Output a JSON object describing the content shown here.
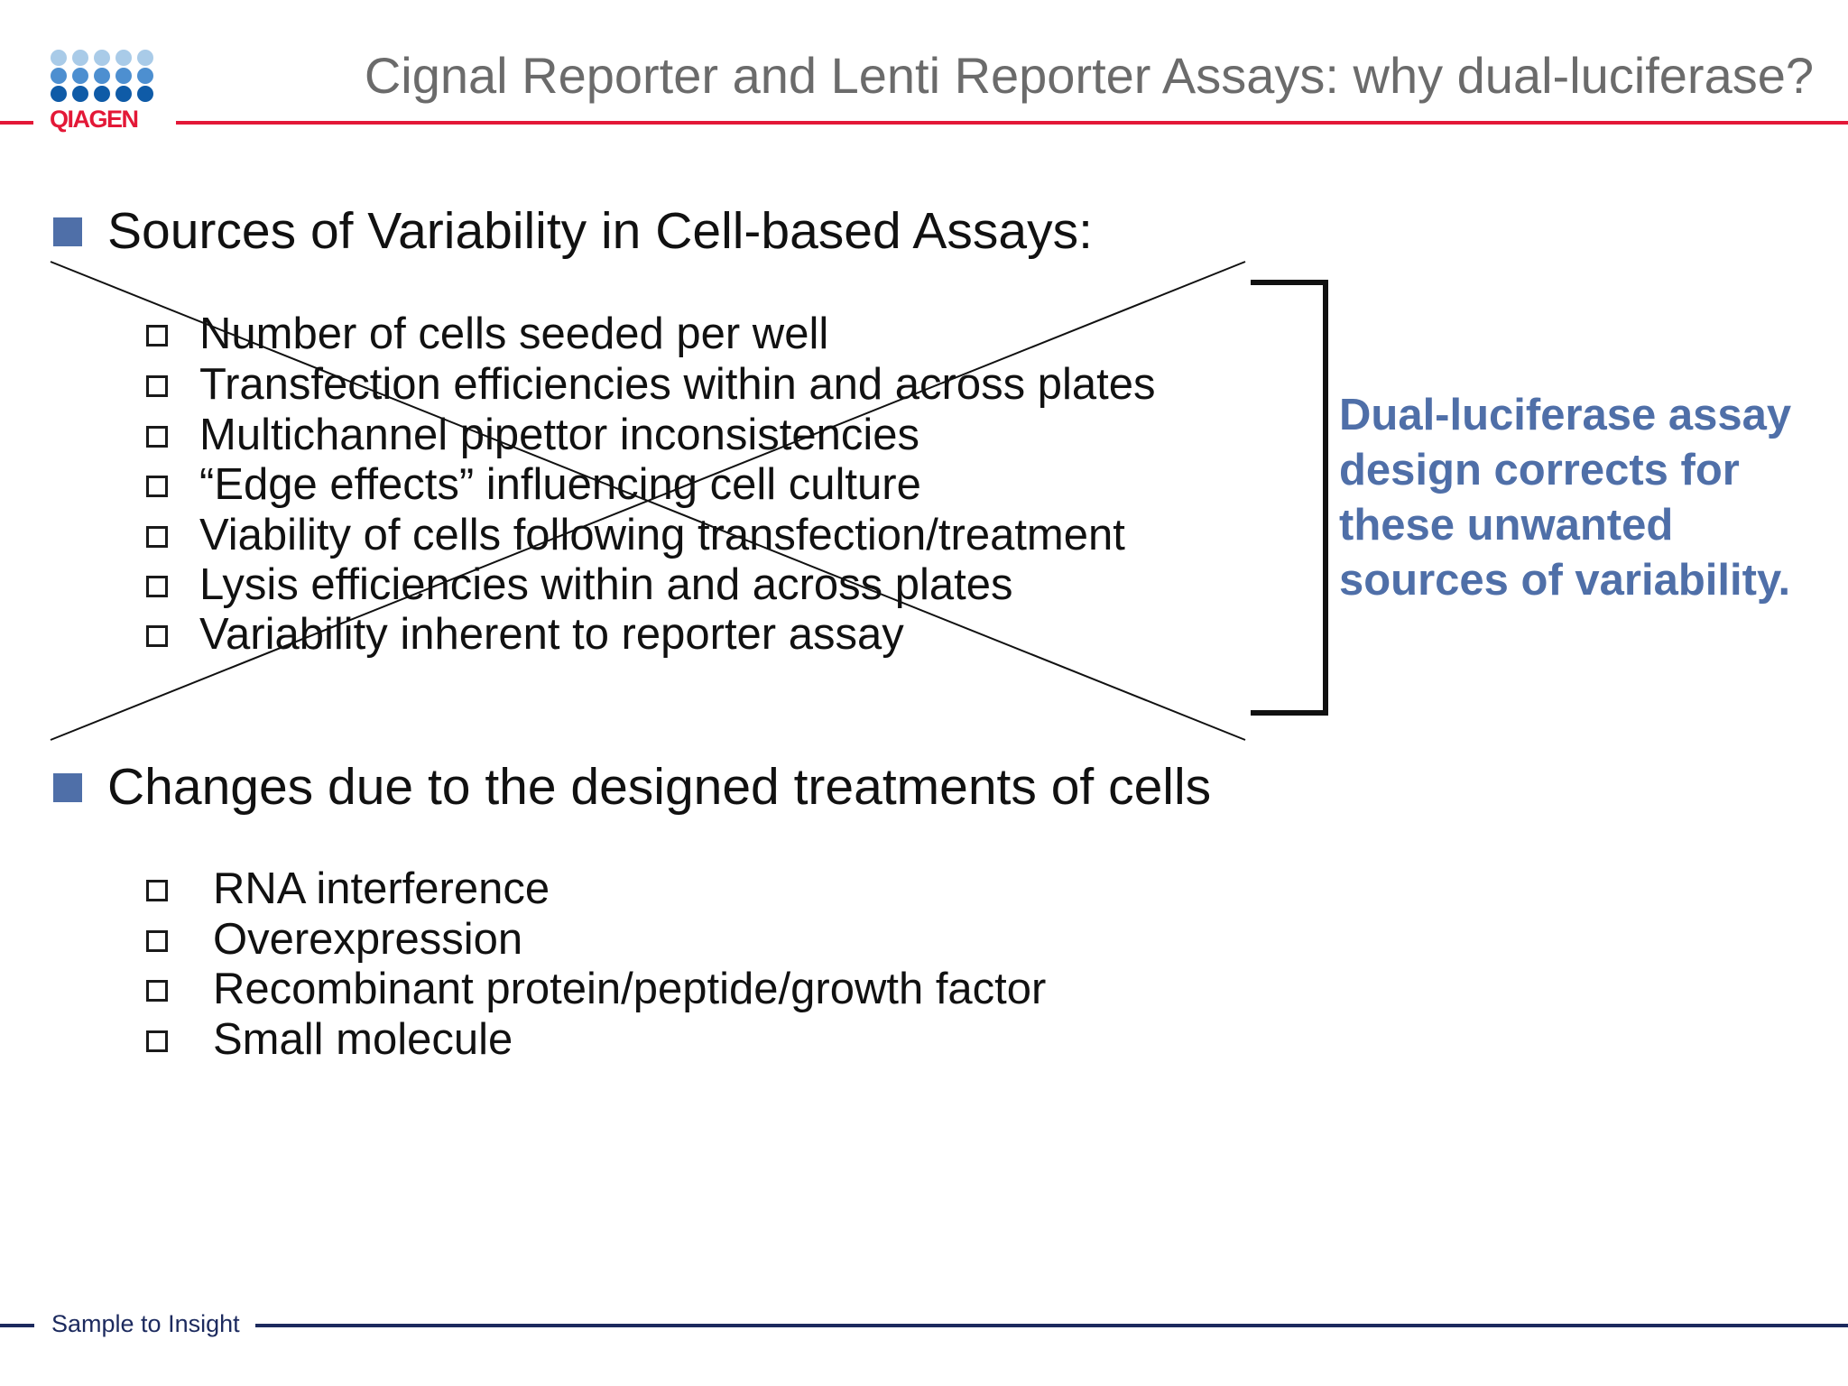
{
  "header": {
    "logo_text": "QIAGEN",
    "title": "Cignal Reporter and Lenti Reporter Assays: why dual-luciferase?"
  },
  "section1": {
    "heading": "Sources of Variability in Cell-based Assays:",
    "items": [
      "Number of cells seeded per well",
      "Transfection efficiencies within and across plates",
      "Multichannel pipettor inconsistencies",
      "“Edge effects” influencing cell culture",
      "Viability of cells following transfection/treatment",
      "Lysis efficiencies within and across plates",
      "Variability inherent to reporter assay"
    ]
  },
  "callout": {
    "lines": [
      "Dual-luciferase assay",
      "design corrects for",
      "these unwanted",
      "sources of variability."
    ]
  },
  "section2": {
    "heading": "Changes due to the designed treatments of cells",
    "items": [
      "RNA interference",
      "Overexpression",
      "Recombinant protein/peptide/growth  factor",
      "Small  molecule"
    ]
  },
  "footer": {
    "tagline": "Sample to Insight"
  },
  "colors": {
    "brand_red": "#e31837",
    "accent_blue": "#4f6fa8",
    "footer_navy": "#1c2a5e",
    "title_gray": "#6b6b6b"
  },
  "icons": {
    "logo": "qiagen-dot-grid-logo",
    "bullet": "filled-square",
    "sub_bullet": "hollow-square"
  }
}
